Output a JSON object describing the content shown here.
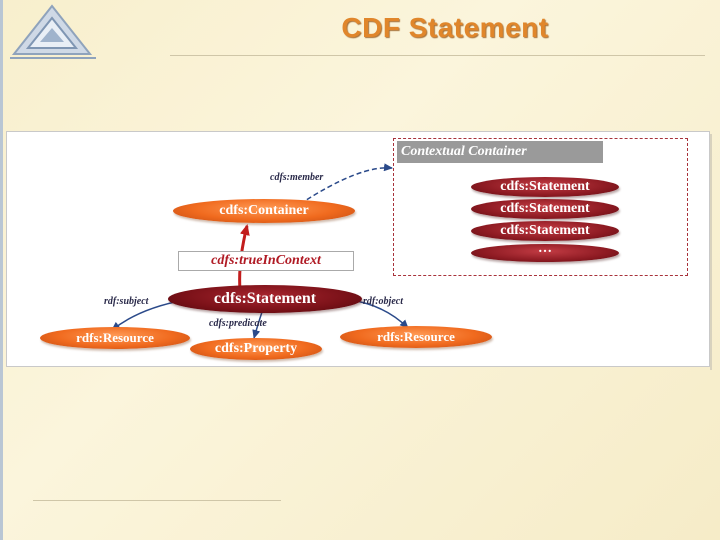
{
  "slide": {
    "title": "CDF Statement"
  },
  "diagram": {
    "contextual_container": {
      "label": "Contextual Container",
      "members": [
        "cdfs:Statement",
        "cdfs:Statement",
        "cdfs:Statement",
        "…"
      ]
    },
    "nodes": {
      "container": "cdfs:Container",
      "true_in_context": "cdfs:trueInContext",
      "statement": "cdfs:Statement",
      "resource_subject": "rdfs:Resource",
      "property": "cdfs:Property",
      "resource_object": "rdfs:Resource"
    },
    "edges": {
      "member": "cdfs:member",
      "subject": "rdf:subject",
      "predicate": "cdfs:predicate",
      "object": "rdf:object"
    }
  },
  "colors": {
    "title": "#e0862b",
    "orange_node": "#f06a1e",
    "dark_node": "#8d1a22",
    "container_border": "#a8323b",
    "edge": "#2b4a8a"
  },
  "icons": {
    "logo": "triangle-logo-icon"
  }
}
